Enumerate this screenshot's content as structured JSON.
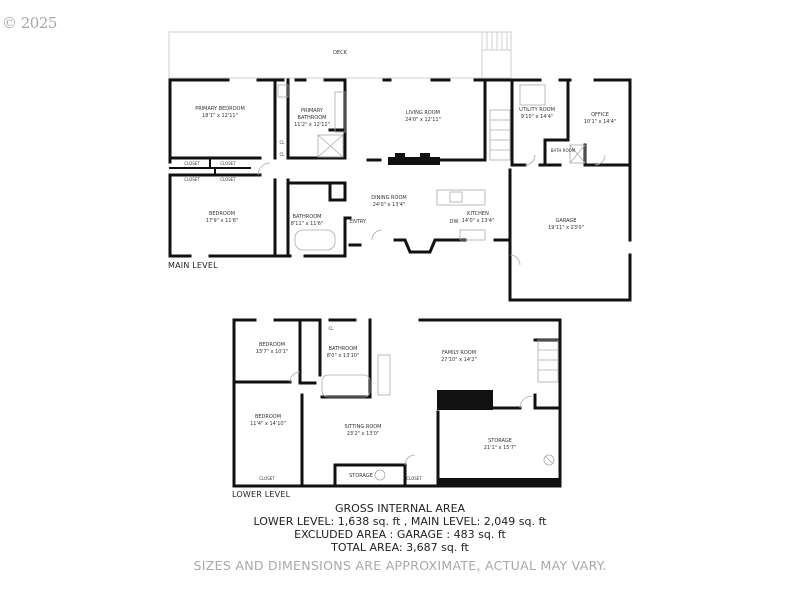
{
  "copyright": "© 2025",
  "main_level": {
    "label": "MAIN LEVEL",
    "rooms": [
      {
        "name": "DECK",
        "dim": ""
      },
      {
        "name": "PRIMARY BEDROOM",
        "dim": "18'1\" x 12'11\""
      },
      {
        "name": "PRIMARY BATHROOM",
        "dim": "11'2\" x 12'11\""
      },
      {
        "name": "LIVING ROOM",
        "dim": "24'0\" x 12'11\""
      },
      {
        "name": "UTILITY ROOM",
        "dim": "9'10\" x 14'4\""
      },
      {
        "name": "OFFICE",
        "dim": "10'1\" x 14'4\""
      },
      {
        "name": "BEDROOM",
        "dim": "17'9\" x 11'6\""
      },
      {
        "name": "BATHROOM",
        "dim": "8'11\" x 11'6\""
      },
      {
        "name": "DINING ROOM",
        "dim": "24'0\" x 13'4\""
      },
      {
        "name": "KITCHEN",
        "dim": "14'0\" x 13'4\""
      },
      {
        "name": "GARAGE",
        "dim": "19'11\" x 23'0\""
      },
      {
        "name": "BATH ROOM",
        "dim": ""
      }
    ],
    "small_labels": {
      "closet": "CLOSET",
      "cl": "CL",
      "entry": "ENTRY",
      "dw": "DW"
    }
  },
  "lower_level": {
    "label": "LOWER LEVEL",
    "rooms": [
      {
        "name": "BEDROOM",
        "dim": "13'7\" x 10'1\""
      },
      {
        "name": "BATHROOM",
        "dim": "8'0\" x 13'10\""
      },
      {
        "name": "FAMILY ROOM",
        "dim": "27'10\" x 14'2\""
      },
      {
        "name": "BEDROOM",
        "dim": "11'4\" x 14'10\""
      },
      {
        "name": "SITTING ROOM",
        "dim": "23'2\" x 13'0\""
      },
      {
        "name": "STORAGE",
        "dim": "21'1\" x 15'7\""
      },
      {
        "name": "STORAGE",
        "dim": ""
      }
    ],
    "small_labels": {
      "closet": "CLOSET",
      "cl": "CL"
    }
  },
  "area_summary": {
    "title": "GROSS INTERNAL AREA",
    "levels_line": "LOWER LEVEL: 1,638 sq. ft , MAIN LEVEL: 2,049 sq. ft",
    "excluded_line": "EXCLUDED AREA : GARAGE : 483 sq. ft",
    "total_line": "TOTAL AREA: 3,687 sq. ft"
  },
  "disclaimer": "SIZES AND DIMENSIONS ARE APPROXIMATE, ACTUAL MAY VARY."
}
